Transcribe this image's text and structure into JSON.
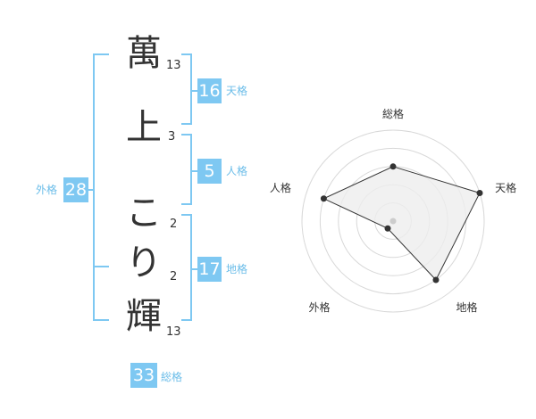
{
  "characters": [
    {
      "char": "萬",
      "strokes": "13"
    },
    {
      "char": "上",
      "strokes": "3"
    },
    {
      "char": "こ",
      "strokes": "2"
    },
    {
      "char": "り",
      "strokes": "2"
    },
    {
      "char": "輝",
      "strokes": "13"
    }
  ],
  "fortunes": {
    "tenkaku": {
      "value": "16",
      "label": "天格"
    },
    "jinkaku": {
      "value": "5",
      "label": "人格"
    },
    "chikaku": {
      "value": "17",
      "label": "地格"
    },
    "gaikaku": {
      "value": "28",
      "label": "外格"
    },
    "soukaku": {
      "value": "33",
      "label": "総格"
    }
  },
  "radar": {
    "axes": [
      "総格",
      "天格",
      "地格",
      "外格",
      "人格"
    ],
    "levels": [
      0.6,
      1.0,
      0.8,
      0.1,
      0.8
    ],
    "line_color": "#333333",
    "fill_color": "#eeeeee",
    "grid_color": "#d8d8d8"
  },
  "colors": {
    "accent": "#7ec8f2"
  }
}
